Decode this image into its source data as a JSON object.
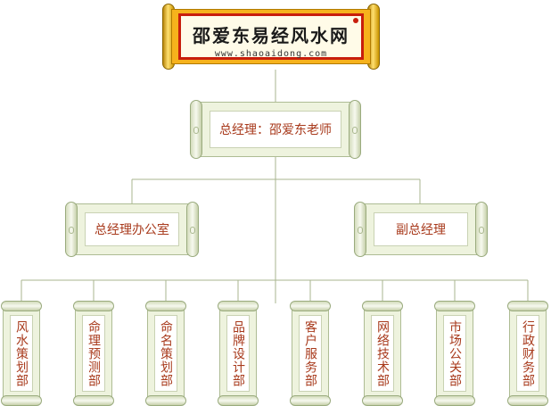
{
  "brand": {
    "name": "邵爱东易经风水网",
    "url": "www.shaoaidong.com"
  },
  "gm": {
    "label": "总经理：邵爱东老师"
  },
  "office": {
    "label": "总经理办公室"
  },
  "deputy": {
    "label": "副总经理"
  },
  "departments": [
    {
      "label": "风水策划部"
    },
    {
      "label": "命理预测部"
    },
    {
      "label": "命名策划部"
    },
    {
      "label": "品牌设计部"
    },
    {
      "label": "客户服务部"
    },
    {
      "label": "网络技术部"
    },
    {
      "label": "市场公关部"
    },
    {
      "label": "行政财务部"
    }
  ],
  "colors": {
    "line": "#a9b58f",
    "text": "#a83a1c",
    "logo_frame": "#c81e0c",
    "logo_gold": "#f6b21c"
  }
}
